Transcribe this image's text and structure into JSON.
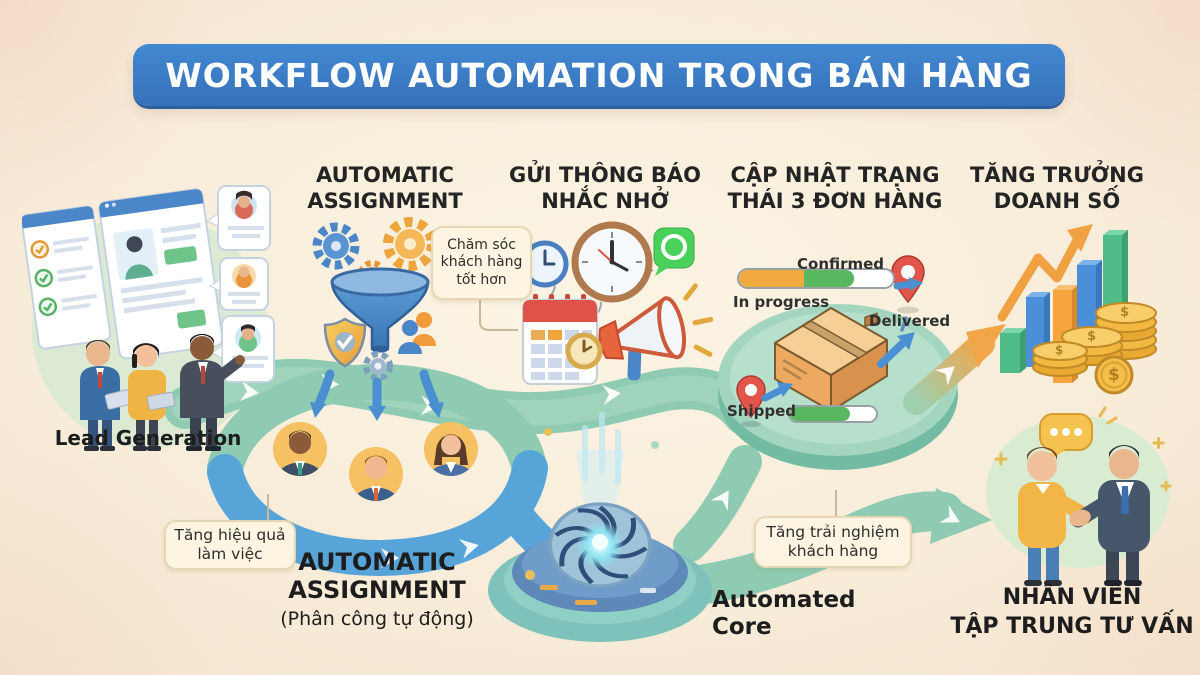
{
  "title": "WORKFLOW AUTOMATION TRONG BÁN HÀNG",
  "headers": [
    {
      "line1": "AUTOMATIC",
      "line2": "ASSIGNMENT"
    },
    {
      "line1": "GỬI THÔNG BÁO",
      "line2": "NHẮC NHỞ"
    },
    {
      "line1": "CẬP NHẬT TRẠNG",
      "line2": "THÁI 3 ĐƠN HÀNG"
    },
    {
      "line1": "TĂNG TRƯỞNG",
      "line2": "DOANH SỐ"
    }
  ],
  "labels": {
    "lead_generation": "Lead Generation",
    "automatic_assignment_line1": "AUTOMATIC",
    "automatic_assignment_line2": "ASSIGNMENT",
    "automatic_assignment_sub": "(Phân công tự động)",
    "automated_core_line1": "Automated",
    "automated_core_line2": "Core",
    "staff_line1": "NHÂN VIÊN",
    "staff_line2": "TẬP TRUNG TƯ VẤN"
  },
  "callouts": {
    "better_care": "Chăm sóc khách hàng tốt hơn",
    "efficiency": "Tăng hiệu quả làm việc",
    "experience": "Tăng trải nghiệm khách hàng"
  },
  "order_status": {
    "confirmed": "Confirmed",
    "in_progress": "In progress",
    "delivered": "Delivered",
    "shipped": "Shipped"
  },
  "growth": {
    "coin_symbol": "$"
  },
  "icons": {
    "funnel-icon": "▼",
    "gear-icon": "⚙",
    "shield-check-icon": "✓",
    "users-icon": "👥",
    "clock-icon": "🕐",
    "whatsapp-icon": "✆",
    "calendar-icon": "▦",
    "megaphone-icon": "📣",
    "location-pin-icon": "📍",
    "package-box-icon": "▣",
    "bar-chart-icon": "▮▮▮",
    "growth-arrow-icon": "↗",
    "coins-icon": "$",
    "speech-bubble-icon": "…",
    "handshake-icon": "🤝",
    "turbine-core-icon": "◉",
    "browser-window-icon": "▤",
    "checkmark-icon": "✓",
    "flow-arrow-icon": "➤"
  },
  "colors": {
    "banner_blue": "#3b7dc7",
    "ribbon_teal": "#8fcbb2",
    "ribbon_blue": "#57a5d8",
    "arrow_blue": "#4a90d2",
    "accent_orange": "#f2a64b",
    "pin_red": "#e2554a",
    "whatsapp_green": "#4ad15c",
    "coin_gold": "#f3b842",
    "bar_green": "#4fbc8a",
    "bar_blue": "#4a8fd8",
    "bar_orange": "#f5a53c",
    "progress_orange": "#f0a93c",
    "progress_green": "#57b860",
    "callout_bg": "#fdf5e2",
    "background_cream": "#f8edda",
    "text_dark": "#262626"
  }
}
